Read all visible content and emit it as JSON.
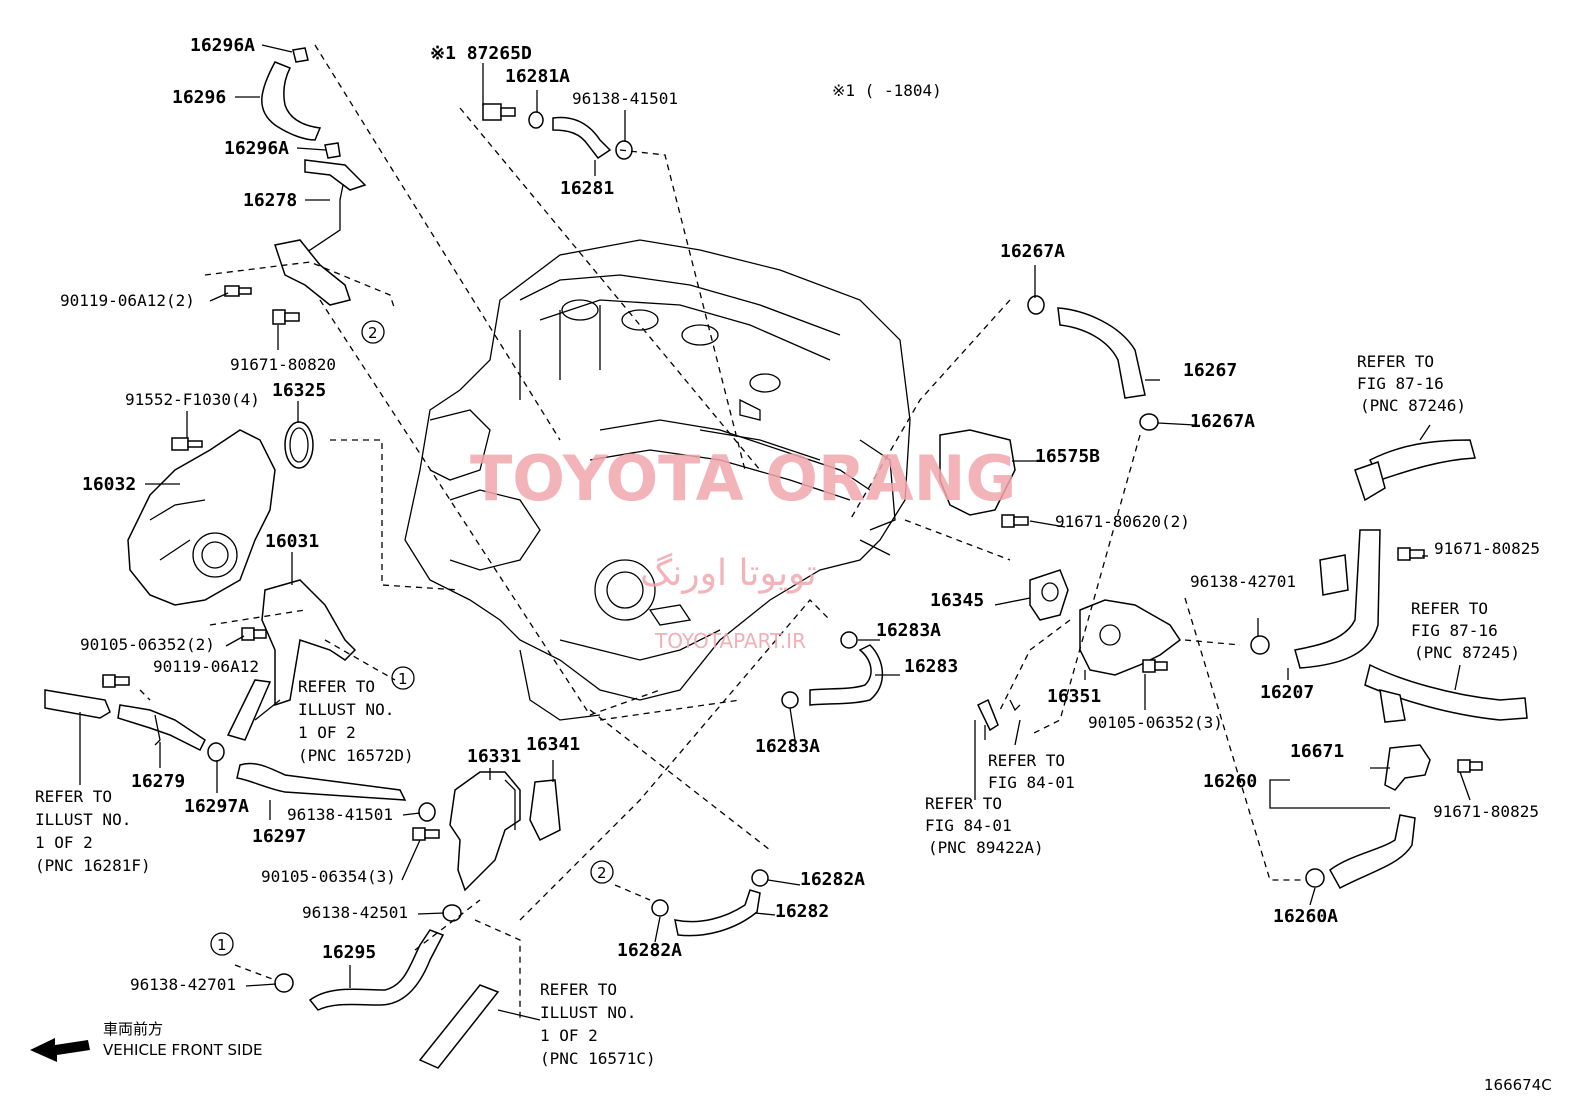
{
  "watermark": {
    "main": "TOYOTA ORANG",
    "persian": "تویوتا اورنگ",
    "site": "TOYOTAPART.IR"
  },
  "note": "※1 (    -1804)",
  "diagram_code": "166674C",
  "front": {
    "jp": "車両前方",
    "en": "VEHICLE FRONT SIDE"
  },
  "markers": {
    "one": "1",
    "two": "2"
  },
  "labels": {
    "p16296A_top": "16296A",
    "p16296": "16296",
    "p16296A_bot": "16296A",
    "p16278": "16278",
    "p90119_06A12_2": "90119-06A12(2)",
    "p91671_80820": "91671-80820",
    "p91552": "91552-F1030(4)",
    "p16325": "16325",
    "p16032": "16032",
    "p16031": "16031",
    "p90105_06352_2": "90105-06352(2)",
    "p90119_06A12": "90119-06A12",
    "p16279": "16279",
    "p16297A": "16297A",
    "p16297": "16297",
    "p96138_41501_low": "96138-41501",
    "p90105_06354": "90105-06354(3)",
    "p96138_42501": "96138-42501",
    "p16295": "16295",
    "p96138_42701_low": "96138-42701",
    "p16331": "16331",
    "p16341": "16341",
    "p87265D": "※1 87265D",
    "p16281A": "16281A",
    "p96138_41501_top": "96138-41501",
    "p16281": "16281",
    "p16267A_top": "16267A",
    "p16267": "16267",
    "p16267A_bot": "16267A",
    "p16575B": "16575B",
    "p91671_80620": "91671-80620(2)",
    "p16345": "16345",
    "p16283A_top": "16283A",
    "p16283": "16283",
    "p16283A_bot": "16283A",
    "p96138_42701_right": "96138-42701",
    "p16351": "16351",
    "p90105_06352_3": "90105-06352(3)",
    "p16207": "16207",
    "p91671_80825_top": "91671-80825",
    "p16671": "16671",
    "p16260": "16260",
    "p91671_80825_bot": "91671-80825",
    "p16260A": "16260A",
    "p16282A_top": "16282A",
    "p16282": "16282",
    "p16282A_bot": "16282A"
  },
  "refs": {
    "r16572D": [
      "REFER TO",
      "ILLUST NO.",
      "1 OF 2",
      "(PNC 16572D)"
    ],
    "r16281F": [
      "REFER TO",
      "ILLUST NO.",
      "1 OF 2",
      "(PNC 16281F)"
    ],
    "r16571C": [
      "REFER TO",
      "ILLUST NO.",
      "1 OF 2",
      "(PNC 16571C)"
    ],
    "r87246": [
      "REFER TO",
      "FIG 87-16",
      "(PNC 87246)"
    ],
    "r87245": [
      "REFER TO",
      "FIG 87-16",
      "(PNC 87245)"
    ],
    "r84_01a": [
      "REFER TO",
      "FIG 84-01"
    ],
    "r84_01b": [
      "REFER TO",
      "FIG 84-01",
      "(PNC 89422A)"
    ]
  }
}
